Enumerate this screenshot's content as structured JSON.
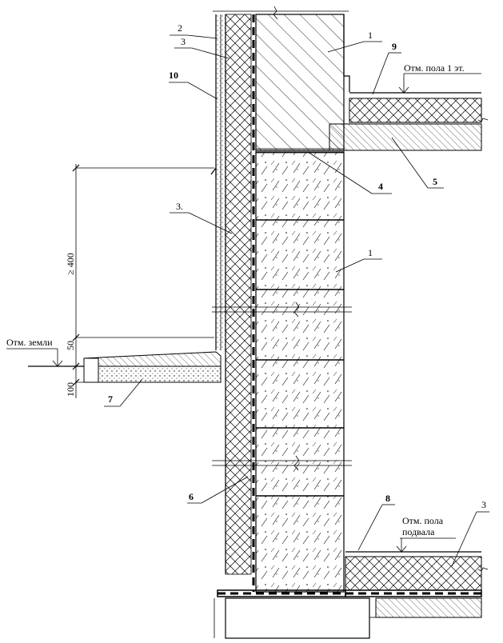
{
  "callouts": [
    {
      "id": "c1a",
      "text": "1"
    },
    {
      "id": "c1b",
      "text": "1"
    },
    {
      "id": "c2",
      "text": "2"
    },
    {
      "id": "c3a",
      "text": "3"
    },
    {
      "id": "c3b",
      "text": "3."
    },
    {
      "id": "c3c",
      "text": "3"
    },
    {
      "id": "c4",
      "text": "4"
    },
    {
      "id": "c5",
      "text": "5"
    },
    {
      "id": "c6",
      "text": "6"
    },
    {
      "id": "c7",
      "text": "7"
    },
    {
      "id": "c8",
      "text": "8"
    },
    {
      "id": "c9",
      "text": "9"
    },
    {
      "id": "c10",
      "text": "10"
    }
  ],
  "levels": {
    "floor1": "Отм. пола 1 эт.",
    "ground": "Отм. земли",
    "basement_line1": "Отм. пола",
    "basement_line2": "подвала"
  },
  "dimensions": {
    "d400": "≥ 400",
    "d50": "50",
    "d100": "100"
  },
  "colors": {
    "line": "#000000",
    "background": "#ffffff"
  }
}
